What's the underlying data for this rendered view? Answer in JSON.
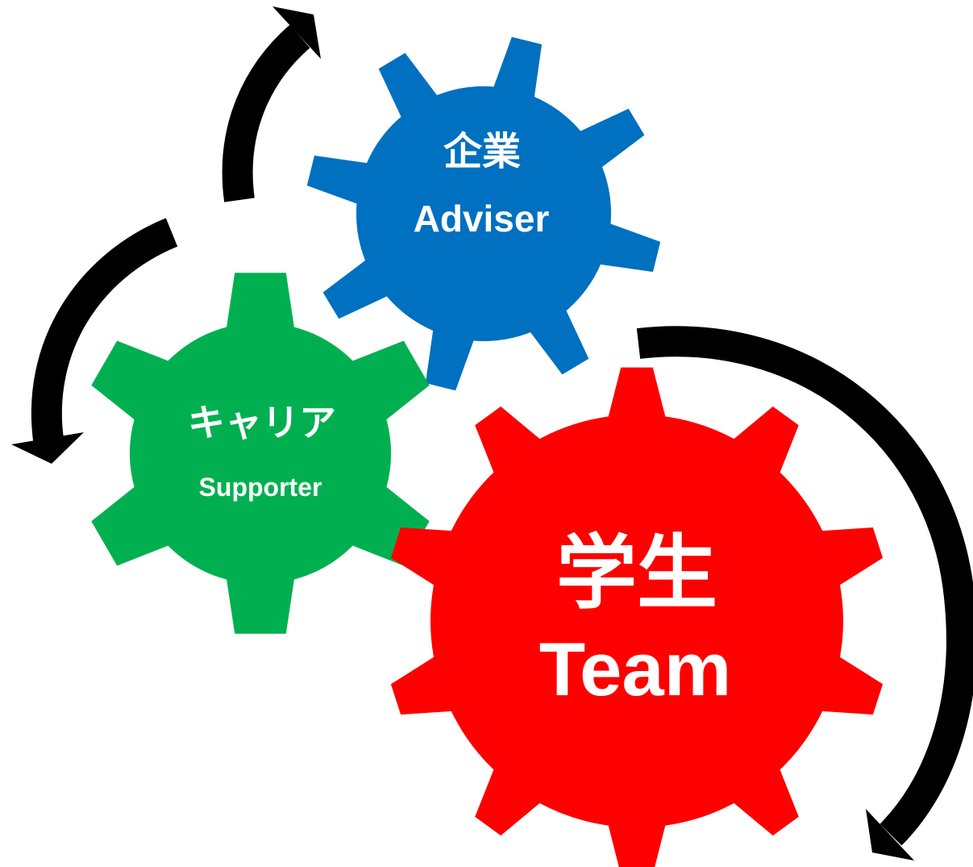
{
  "gears": {
    "company": {
      "title": "企業",
      "subtitle": "Adviser",
      "color": "#0070C0"
    },
    "career": {
      "title": "キャリア",
      "subtitle": "Supporter",
      "color": "#00B050"
    },
    "student": {
      "title": "学生",
      "subtitle": "Team",
      "color": "#FF0000"
    }
  },
  "arrows": {
    "color": "#000000",
    "direction": "counter-clockwise-cycle"
  }
}
